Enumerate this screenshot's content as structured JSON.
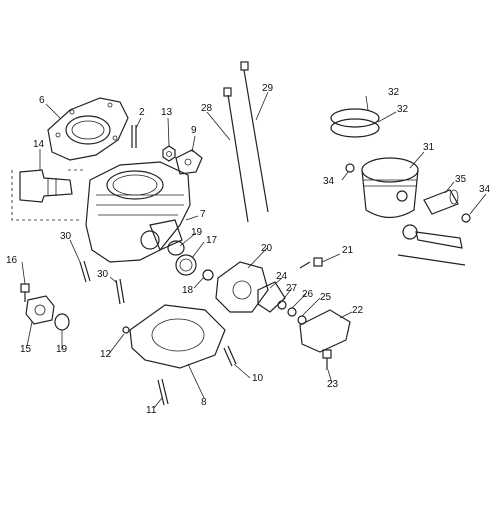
{
  "callouts": [
    "2",
    "6",
    "7",
    "8",
    "9",
    "10",
    "11",
    "12",
    "13",
    "14",
    "15",
    "16",
    "17",
    "18",
    "19",
    "19",
    "20",
    "21",
    "22",
    "23",
    "24",
    "25",
    "26",
    "27",
    "28",
    "29",
    "30",
    "30",
    "31",
    "32",
    "32",
    "34",
    "34",
    "35"
  ]
}
